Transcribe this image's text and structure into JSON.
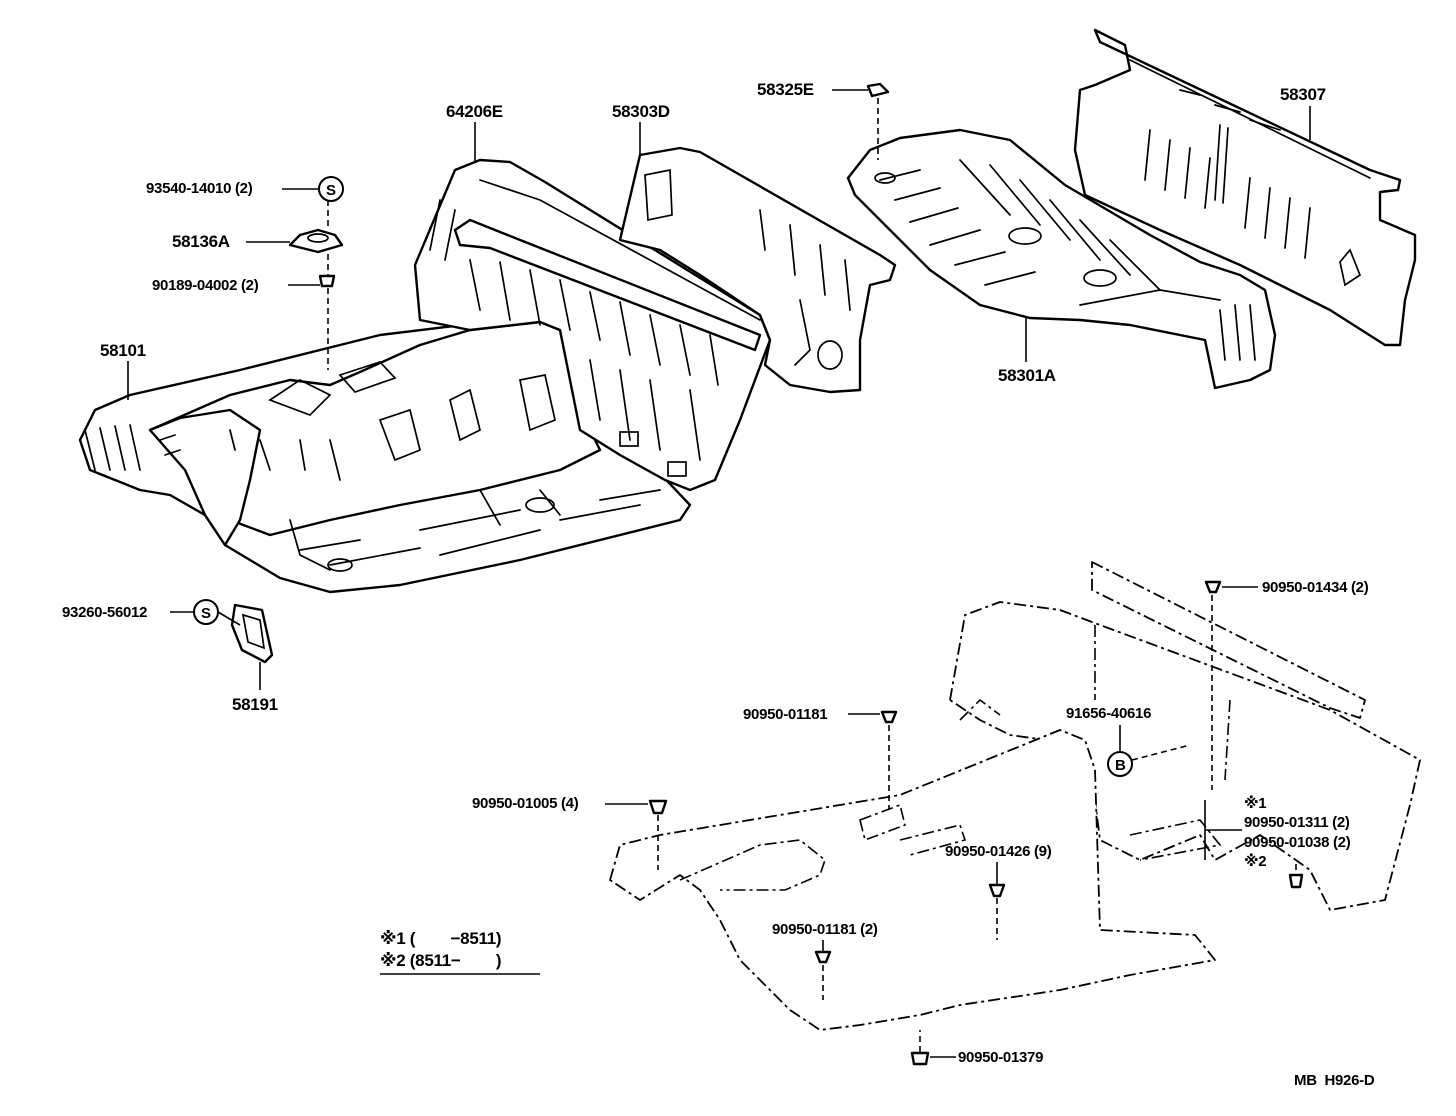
{
  "labels": {
    "p64206E": "64206E",
    "p58303D": "58303D",
    "p58325E": "58325E",
    "p58307": "58307",
    "p93540": "93540-14010 (2)",
    "p58136A": "58136A",
    "p90189": "90189-04002 (2)",
    "p58101": "58101",
    "p58301A": "58301A",
    "p93260": "93260-56012",
    "p58191": "58191",
    "p90950_01434": "90950-01434 (2)",
    "p90950_01181a": "90950-01181",
    "p91656": "91656-40616",
    "p90950_01005": "90950-01005 (4)",
    "p90950_01311": "90950-01311 (2)",
    "p90950_01038": "90950-01038 (2)",
    "p90950_01426": "90950-01426 (9)",
    "p90950_01181b": "90950-01181 (2)",
    "p90950_01379": "90950-01379"
  },
  "markers": {
    "s": "S",
    "b": "B",
    "note1": "※1",
    "note2": "※2"
  },
  "legend": {
    "line1": "※1 (        −8511)",
    "line2": "※2 (8511−        )"
  },
  "footer": "MB  H926-D"
}
